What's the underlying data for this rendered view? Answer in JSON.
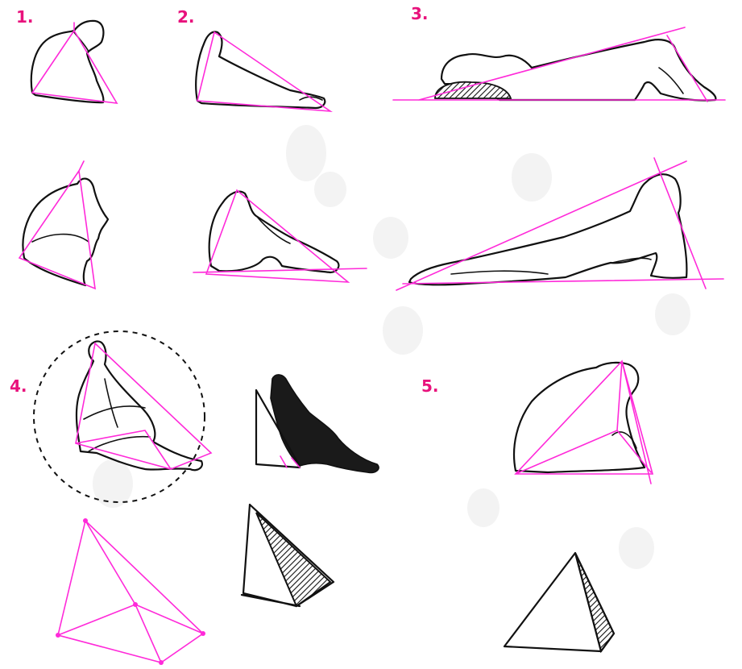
{
  "colors": {
    "accent": "#e8127c",
    "guide": "#ff2ad9",
    "ink": "#111111"
  },
  "labels": {
    "step1": "1.",
    "step2": "2.",
    "step3": "3.",
    "step4": "4.",
    "step5": "5."
  }
}
